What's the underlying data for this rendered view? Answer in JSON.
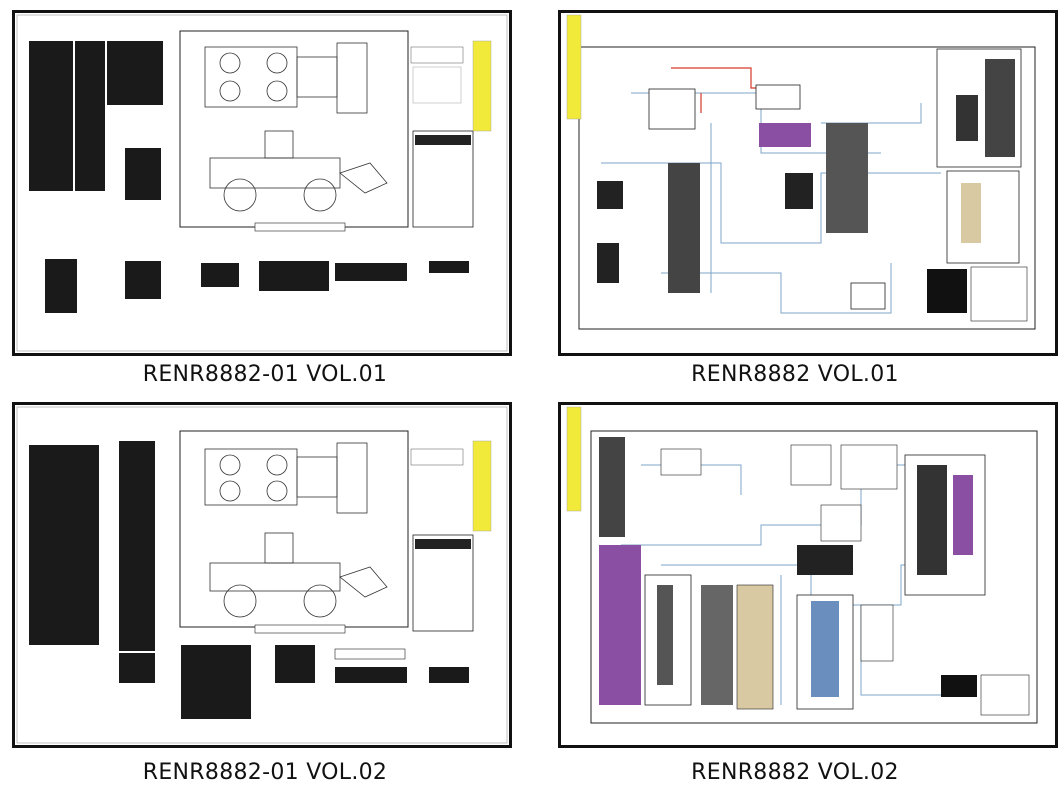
{
  "thumbnails": [
    {
      "caption": "RENR8882-01  VOL.01",
      "kind": "cover"
    },
    {
      "caption": "RENR8882  VOL.01",
      "kind": "schematic"
    },
    {
      "caption": "RENR8882-01  VOL.02",
      "kind": "cover"
    },
    {
      "caption": "RENR8882  VOL.02",
      "kind": "schematic"
    }
  ],
  "colors": {
    "border": "#111111",
    "yellow_tab": "#f2ea3a",
    "wire_blue": "#7fa6c9",
    "wire_red": "#d63a2a",
    "purple": "#8a4fa3"
  }
}
